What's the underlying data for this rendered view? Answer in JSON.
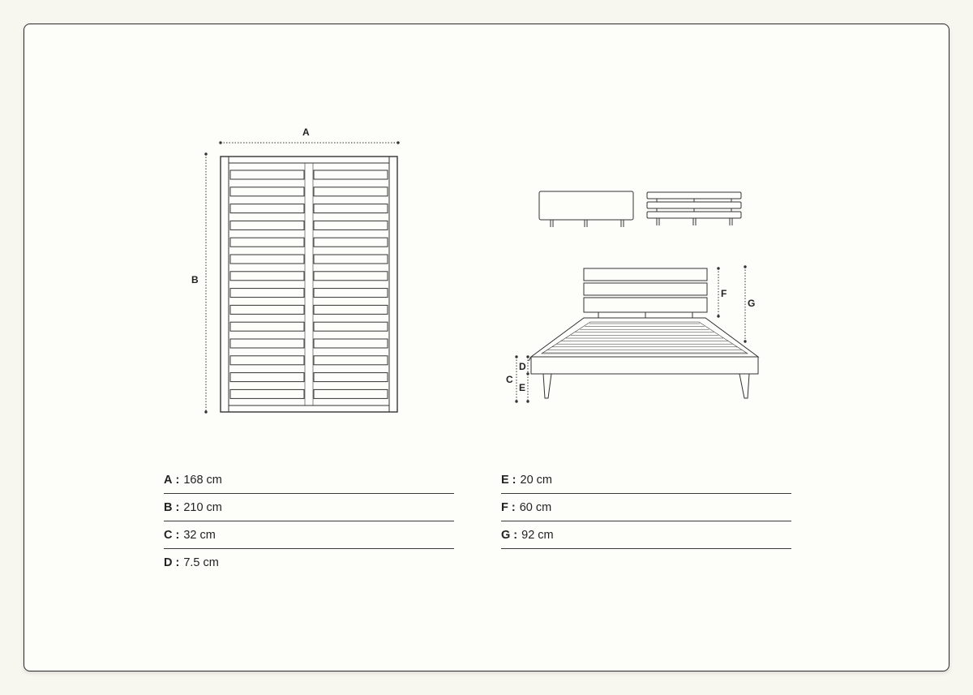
{
  "labels": {
    "A": "A",
    "B": "B",
    "C": "C",
    "D": "D",
    "E": "E",
    "F": "F",
    "G": "G"
  },
  "dimensions_left": [
    {
      "key": "A",
      "value": "168 cm"
    },
    {
      "key": "B",
      "value": "210 cm"
    },
    {
      "key": "C",
      "value": "32 cm"
    },
    {
      "key": "D",
      "value": "7.5 cm"
    }
  ],
  "dimensions_right": [
    {
      "key": "E",
      "value": "20 cm"
    },
    {
      "key": "F",
      "value": "60 cm"
    },
    {
      "key": "G",
      "value": "92 cm"
    }
  ],
  "separator": ":"
}
